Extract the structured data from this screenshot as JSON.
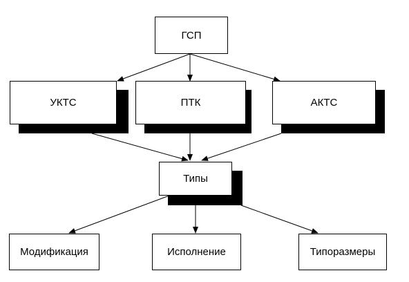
{
  "diagram": {
    "nodes": {
      "gsp": "ГСП",
      "ukts": "УКТС",
      "ptk": "ПТК",
      "akts": "АКТС",
      "tipy": "Типы",
      "modifikaciya": "Модификация",
      "ispolnenie": "Исполнение",
      "tiporazmery": "Типоразмеры"
    },
    "edges": [
      [
        "gsp",
        "ukts"
      ],
      [
        "gsp",
        "ptk"
      ],
      [
        "gsp",
        "akts"
      ],
      [
        "ukts",
        "tipy"
      ],
      [
        "ptk",
        "tipy"
      ],
      [
        "akts",
        "tipy"
      ],
      [
        "tipy",
        "modifikaciya"
      ],
      [
        "tipy",
        "ispolnenie"
      ],
      [
        "tipy",
        "tiporazmery"
      ]
    ],
    "colors": {
      "line": "#000000",
      "box_fill": "#ffffff",
      "shadow": "#000000"
    }
  }
}
